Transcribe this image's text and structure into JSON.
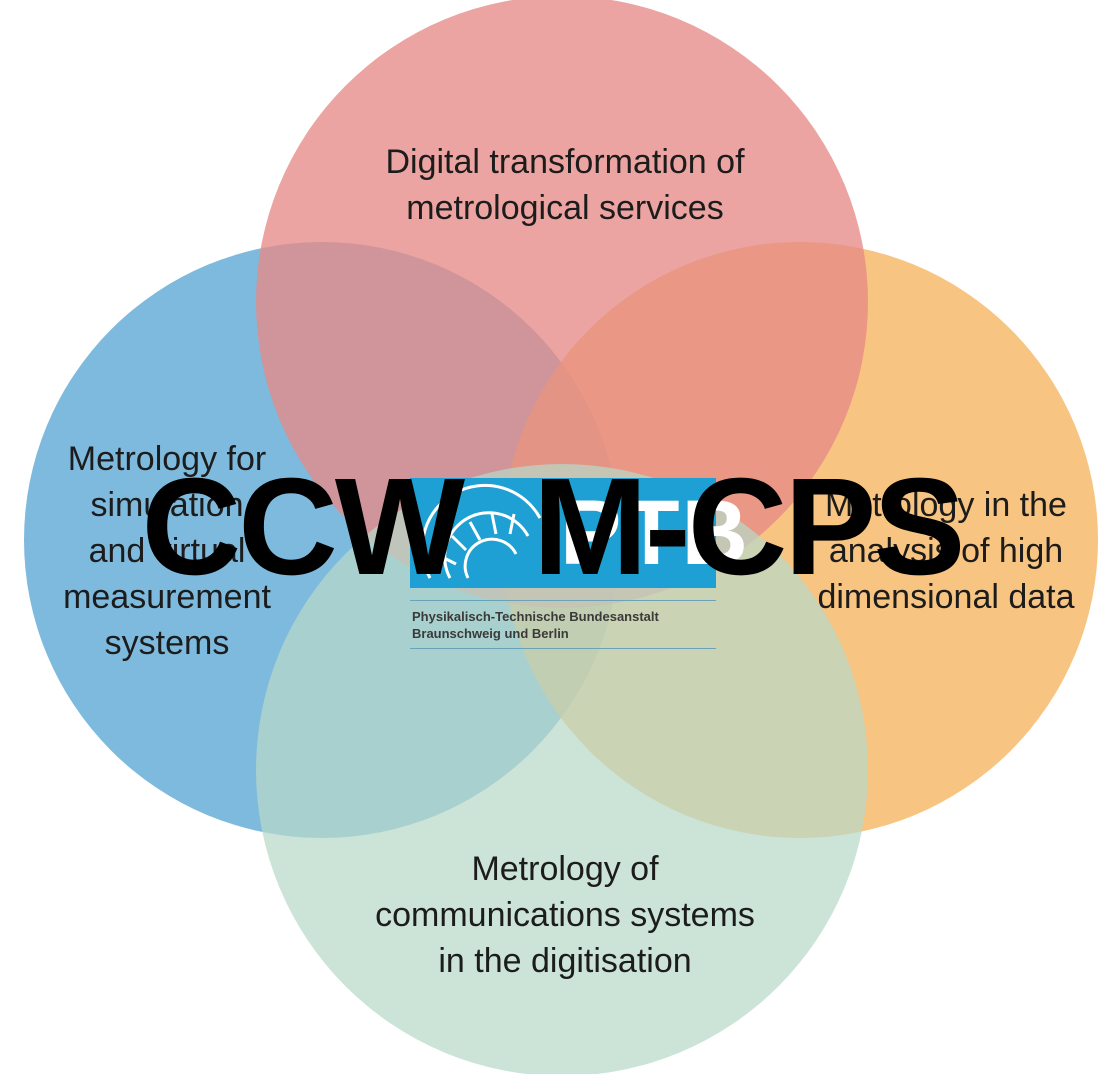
{
  "colors": {
    "top_circle": "#e58a86",
    "left_circle": "#5aa7d3",
    "right_circle": "#f6b35d",
    "bottom_circle": "#b8d8c8",
    "logo_blue": "#1ea0d4",
    "text": "#1c1c1c",
    "overlay": "#000000"
  },
  "circles": {
    "top": {
      "label": "Digital transformation of\nmetrological services"
    },
    "left": {
      "label": "Metrology for\nsimulation\nand virtual\nmeasurement\nsystems"
    },
    "right": {
      "label": "Metrology in the\nanalysis of high\ndimensional data"
    },
    "bottom": {
      "label": "Metrology of\ncommunications systems\nin the digitisation"
    }
  },
  "logo": {
    "letters": "PTB",
    "caption": "Physikalisch-Technische Bundesanstalt\nBraunschweig und Berlin",
    "icon": "ptb-eagle-icon"
  },
  "overlay": {
    "title": "CCW  M-CPS"
  }
}
